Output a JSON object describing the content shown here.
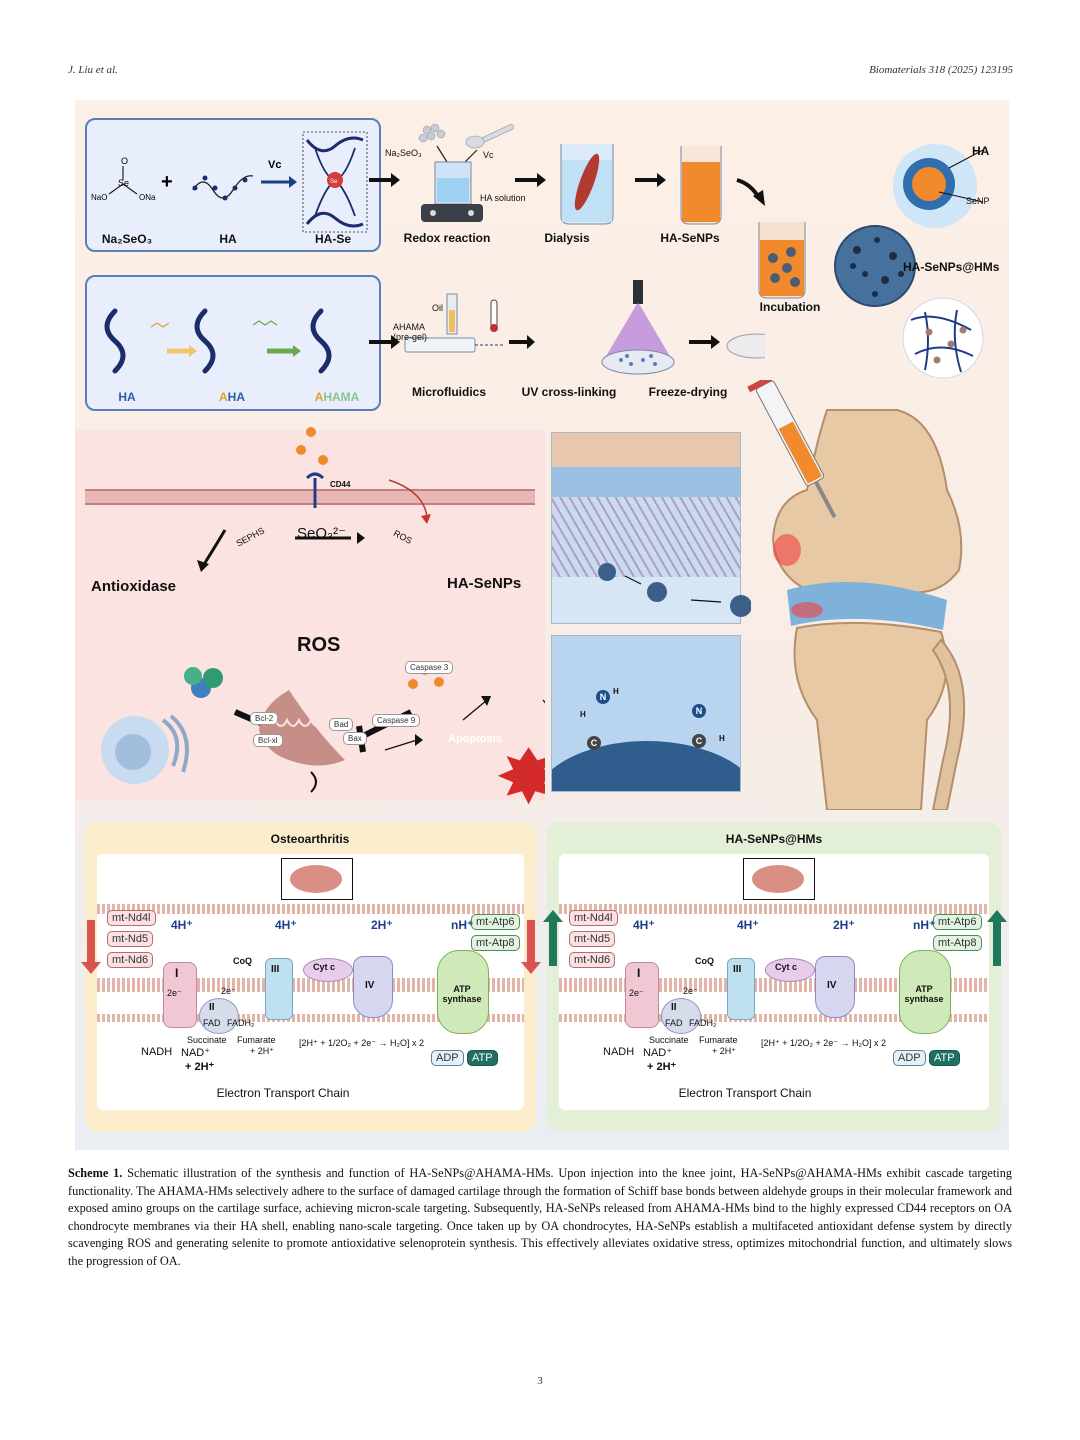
{
  "header": {
    "authors": "J. Liu et al.",
    "journal": "Biomaterials 318 (2025) 123195"
  },
  "synthesis": {
    "na2seo3": "Na₂SeO₃",
    "ha": "HA",
    "vc": "Vc",
    "ha_se": "HA-Se",
    "reagent_na2seo3": "Na₂SeO₃",
    "reagent_vc": "Vc",
    "ha_solution": "HA solution",
    "redox": "Redox reaction",
    "dialysis": "Dialysis",
    "ha_senps": "HA-SeNPs",
    "incubation": "Incubation",
    "ha_senps_hms": "HA-SeNPs@HMs",
    "shell_ha": "HA",
    "shell_senp": "SeNP",
    "mol_na": "NaO",
    "mol_ona": "ONa",
    "mol_se": "Se",
    "mol_o": "O"
  },
  "microsphere": {
    "ha": "HA",
    "aha_a": "A",
    "aha_rest": "HA",
    "ahama_a": "A",
    "ahama_rest": "HAMA",
    "oil": "Oil",
    "ahama_pregel": "AHAMA (pre-gel)",
    "microfluidics": "Microfluidics",
    "uv": "UV cross-linking",
    "freeze": "Freeze-drying"
  },
  "mechanism": {
    "cd44": "CD44",
    "seo3": "SeO₃²⁻",
    "sephs": "SEPHS",
    "ros_small": "ROS",
    "antioxidase": "Antioxidase",
    "ha_senps": "HA-SeNPs",
    "ros": "ROS",
    "bcl2": "Bcl-2",
    "bclxl": "Bcl-xl",
    "bad": "Bad",
    "bax": "Bax",
    "caspase9": "Caspase 9",
    "caspase3": "Caspase 3",
    "apoptosis": "Apoptosis",
    "nh": "N",
    "h": "H",
    "c": "C"
  },
  "etc_oa": {
    "title": "Osteoarthritis",
    "genes_left": [
      "mt-Nd4l",
      "mt-Nd5",
      "mt-Nd6"
    ],
    "genes_right": [
      "mt-Atp6",
      "mt-Atp8"
    ],
    "h4a": "4H⁺",
    "h4b": "4H⁺",
    "h2": "2H⁺",
    "nh": "nH⁺",
    "coq": "CoQ",
    "cytc": "Cyt c",
    "c1": "I",
    "c2": "II",
    "c3": "III",
    "c4": "IV",
    "e1": "2e⁻",
    "e2": "2e⁻",
    "fad": "FAD",
    "fadh": "FADH₂",
    "atp_synthase": "ATP synthase",
    "succinate": "Succinate",
    "fumarate": "Fumarate",
    "fum_h": "+ 2H⁺",
    "eq": "[2H⁺ + 1/2O₂ + 2e⁻ → H₂O] x 2",
    "nadh": "NADH",
    "nad": "NAD⁺",
    "nad_h": "+ 2H⁺",
    "adp": "ADP",
    "atp": "ATP",
    "etc": "Electron Transport Chain"
  },
  "etc_ha": {
    "title": "HA-SeNPs@HMs",
    "genes_left": [
      "mt-Nd4l",
      "mt-Nd5",
      "mt-Nd6"
    ],
    "genes_right": [
      "mt-Atp6",
      "mt-Atp8"
    ],
    "h4a": "4H⁺",
    "h4b": "4H⁺",
    "h2": "2H⁺",
    "nh": "nH⁺",
    "coq": "CoQ",
    "cytc": "Cyt c",
    "c1": "I",
    "c2": "II",
    "c3": "III",
    "c4": "IV",
    "e1": "2e⁻",
    "e2": "2e⁻",
    "fad": "FAD",
    "fadh": "FADH₂",
    "atp_synthase": "ATP synthase",
    "succinate": "Succinate",
    "fumarate": "Fumarate",
    "fum_h": "+ 2H⁺",
    "eq": "[2H⁺ + 1/2O₂ + 2e⁻ → H₂O] x 2",
    "nadh": "NADH",
    "nad": "NAD⁺",
    "nad_h": "+ 2H⁺",
    "adp": "ADP",
    "atp": "ATP",
    "etc": "Electron Transport Chain"
  },
  "caption": {
    "label": "Scheme 1.",
    "text": "Schematic illustration of the synthesis and function of HA-SeNPs@AHAMA-HMs. Upon injection into the knee joint, HA-SeNPs@AHAMA-HMs exhibit cascade targeting functionality. The AHAMA-HMs selectively adhere to the surface of damaged cartilage through the formation of Schiff base bonds between aldehyde groups in their molecular framework and exposed amino groups on the cartilage surface, achieving micron-scale targeting. Subsequently, HA-SeNPs released from AHAMA-HMs bind to the highly expressed CD44 receptors on OA chondrocyte membranes via their HA shell, enabling nano-scale targeting. Once taken up by OA chondrocytes, HA-SeNPs establish a multifaceted antioxidant defense system by directly scavenging ROS and generating selenite to promote antioxidative selenoprotein synthesis. This effectively alleviates oxidative stress, optimizes mitochondrial function, and ultimately slows the progression of OA."
  },
  "page": {
    "number": "3"
  },
  "colors": {
    "accent_blue": "#5a7fb6",
    "orange": "#f08a2c",
    "apoptosis_red": "#d42a2a",
    "arrow_up_green": "#1f7a5c",
    "arrow_down_red": "#d9534f"
  }
}
